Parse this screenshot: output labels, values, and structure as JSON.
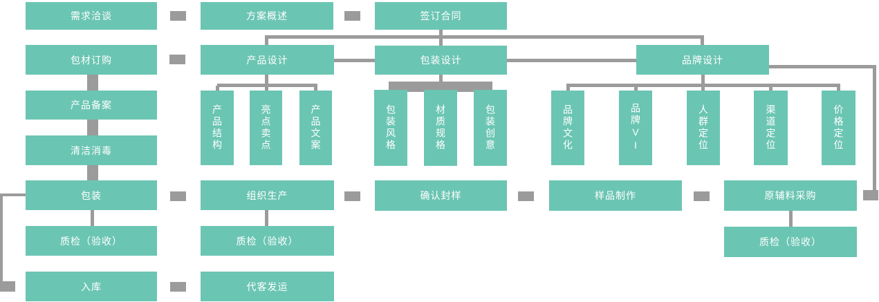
{
  "flowchart": {
    "colors": {
      "box": "#6bc5b3",
      "connector": "#9b9b9b",
      "text": "#ffffff"
    },
    "nodes": {
      "demand_negotiation": "需求洽谈",
      "proposal_overview": "方案概述",
      "contract_signing": "签订合同",
      "packaging_material_order": "包材订购",
      "product_design": "产品设计",
      "packaging_design": "包装设计",
      "brand_design": "品牌设计",
      "product_registration": "产品备案",
      "cleaning_disinfection": "清洁消毒",
      "packing": "包装",
      "organize_production": "组织生产",
      "confirm_sealed_sample": "确认封样",
      "sample_making": "样品制作",
      "raw_material_procurement": "原辅料采购",
      "qc_acceptance_left": "质检（验收）",
      "qc_acceptance_middle": "质检（验收）",
      "qc_acceptance_right": "质检（验收）",
      "warehousing": "入库",
      "consignment_shipping": "代客发运",
      "product_structure": "产品结构",
      "highlight_selling_points": "亮点卖点",
      "product_copywriting": "产品文案",
      "packaging_style": "包装风格",
      "material_specifications": "材质规格",
      "packaging_creativity": "包装创意",
      "brand_culture": "品牌文化",
      "brand_vi": "品牌VI",
      "audience_positioning": "人群定位",
      "channel_positioning": "渠道定位",
      "price_positioning": "价格定位"
    }
  }
}
